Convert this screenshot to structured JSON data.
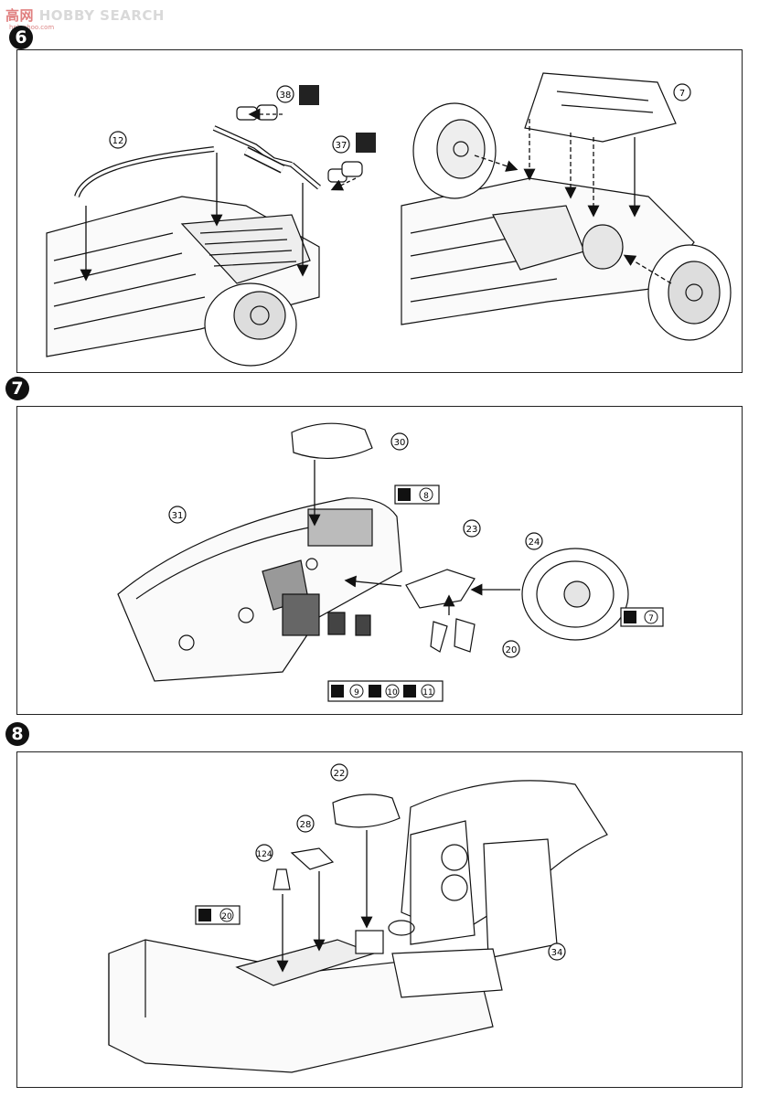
{
  "watermark": {
    "text_gray": "HOBBY SEARCH",
    "text_red": "高网",
    "url": "hpb.shoo.com"
  },
  "steps": [
    {
      "number": "6",
      "parts": [
        "12",
        "38",
        "37",
        "7"
      ]
    },
    {
      "number": "7",
      "parts": [
        "30",
        "31",
        "23",
        "24",
        "20"
      ],
      "decals": [
        "8",
        "7"
      ],
      "decal_row": [
        "9",
        "10",
        "11"
      ]
    },
    {
      "number": "8",
      "parts": [
        "22",
        "28",
        "124",
        "34"
      ],
      "decals": [
        "20"
      ]
    }
  ]
}
